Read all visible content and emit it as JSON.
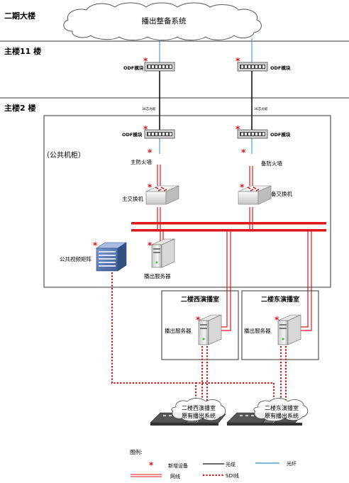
{
  "floors": {
    "phase2": "二期大楼",
    "main11": "主楼11 楼",
    "main2": "主楼2 楼"
  },
  "cloud": {
    "label": "播出整备系统"
  },
  "devices": {
    "odf_11_left": "ODF模块",
    "odf_11_right": "ODF模块",
    "odf_2_left": "ODF模块",
    "odf_2_right": "ODF模块",
    "fiber_left": "36芯光缆",
    "fiber_right": "36芯光缆",
    "public_cabinet": "（公共机柜）",
    "firewall_main": "主防火墙",
    "firewall_backup": "备防火墙",
    "switch_main": "主交换机",
    "switch_backup": "备交换机",
    "video_matrix": "公共视频矩阵",
    "server_public": "播出服务器",
    "server_west": "播出服务器",
    "server_east": "播出服务器"
  },
  "rooms": {
    "west": "二楼西演播室",
    "east": "二楼东演播室"
  },
  "desks": {
    "west_line1": "二楼西演播室",
    "west_line2": "原有播出系统",
    "east_line1": "二楼东演播室",
    "east_line2": "原有播出系统"
  },
  "legend": {
    "title": "图例:",
    "new_device": "新增设备",
    "optical_cable": "光缆",
    "fiber": "光纤",
    "network": "网线",
    "sdi": "SDI线"
  },
  "colors": {
    "network": "#e01818",
    "sdi": "#d01010",
    "fiber": "#2a8ec8",
    "optical": "#111111",
    "star": "#e01010"
  }
}
